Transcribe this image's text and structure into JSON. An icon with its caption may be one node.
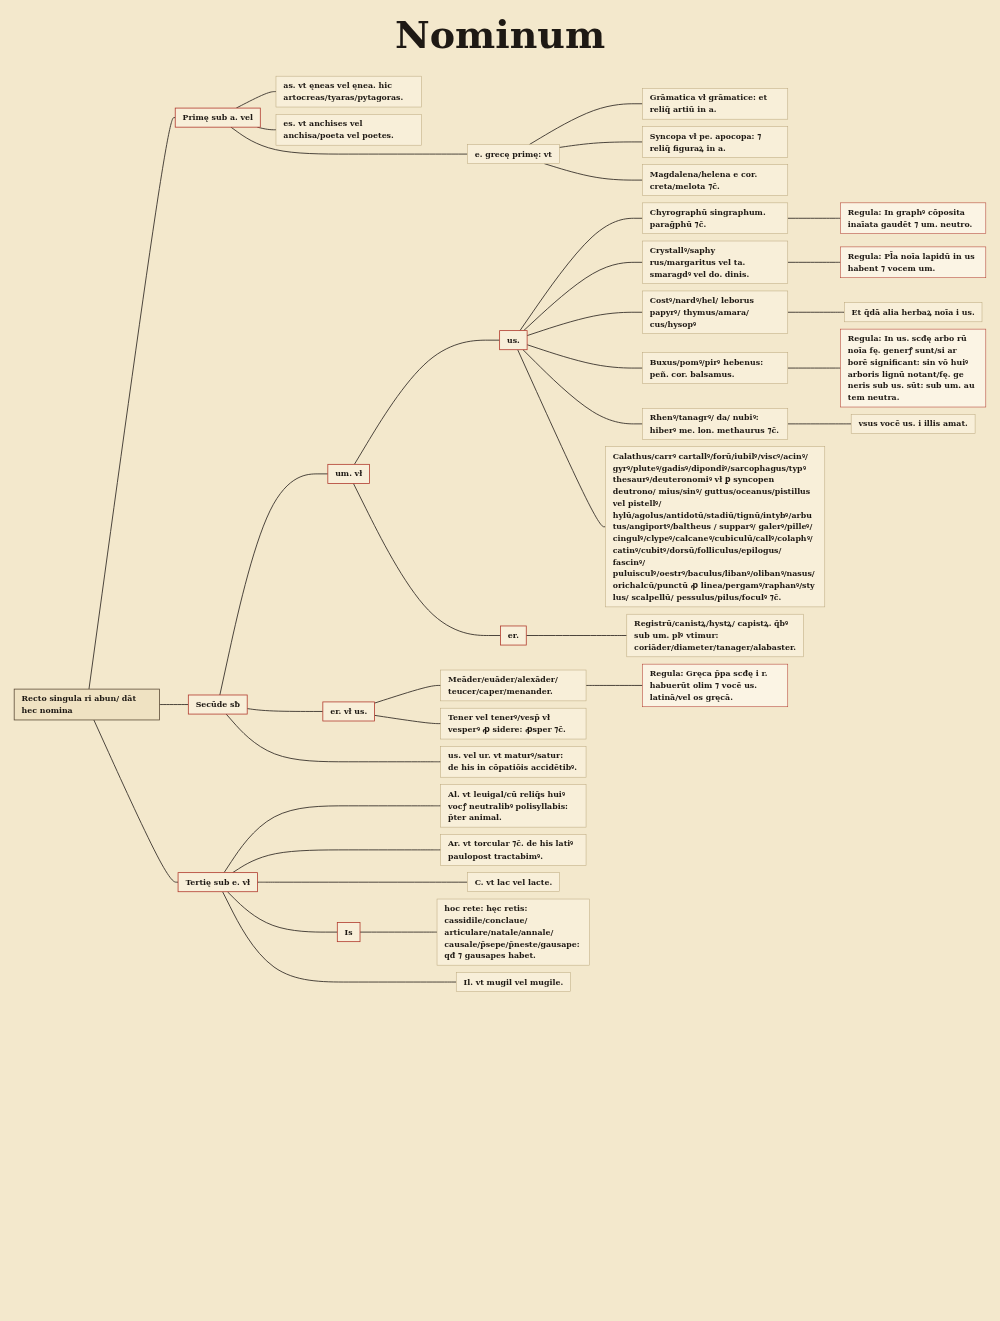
{
  "diagram": {
    "title": "Nominum",
    "nodes": [
      {
        "text": [
          "Recto singula ri abun/ dāt hec nomina"
        ]
      },
      {
        "text": [
          "Primę sub a. vel"
        ]
      },
      {
        "text": [
          "as. vt ęneas vel ęnea. hic artocreas/tyaras/pytagoras."
        ]
      },
      {
        "text": [
          "es. vt anchises vel anchisa/poeta vel poetes."
        ]
      },
      {
        "text": [
          "e. grecę primę: vt"
        ]
      },
      {
        "text": [
          "Grāmatica vł grāmatice: et reliq̄ artiū in a."
        ]
      },
      {
        "text": [
          "Syncopa vł pe. apocopa: ⁊ reliq̄ figuraꝝ in a."
        ]
      },
      {
        "text": [
          "Magdalena/helena e cor. creta/melota ⁊c̄."
        ]
      },
      {
        "text": [
          "Secūde sƀ"
        ]
      },
      {
        "text": [
          "um. vł"
        ]
      },
      {
        "text": [
          "us."
        ]
      },
      {
        "text": [
          "Chyrographū singraphum. paraḡphū ⁊c̄."
        ]
      },
      {
        "text": [
          "Regula: In graphꝰ cōposita inaīata gaudēt ⁊ um. neutro."
        ]
      },
      {
        "text": [
          "Crystallꝰ/saphy rus/margaritus vel ta. smaragdꝰ vel do. dinis."
        ]
      },
      {
        "text": [
          "Regula: Pl̄a noīa lapidū in us habent ⁊ vocem um."
        ]
      },
      {
        "text": [
          "Costꝰ/nardꝰ/hel/ leborus papyrꝰ/ thymus/amara/ cus/hysopꝰ"
        ]
      },
      {
        "text": [
          "Et q̄dā alia herbaꝝ noīa i us."
        ]
      },
      {
        "text": [
          "Buxus/pomꝰ/pirꝰ hebenus: peñ. cor. balsamus."
        ]
      },
      {
        "text": [
          "Regula: In us. scđę arbo rū noīa fę. generꝭ sunt/si ar borē significant: sin vō huiꝰ arboris lignū notant/fę. ge neris sub us. sūt: sub um. au tem neutra."
        ]
      },
      {
        "text": [
          "Rhenꝰ/tanagrꝰ/ da/ nubiꝰ: hiberꝰ me. lon. methaurus ⁊c̄."
        ]
      },
      {
        "text": [
          "vsus vocē us. i illis amat."
        ]
      },
      {
        "text": [
          "Calathus/carrꝰ cartallꝰ/forū/iubilꝰ/viscꝰ/acinꝰ/ gyrꝰ/pluteꝰ/gadisꝰ/dipondiꝰ/sarcophagus/typꝰ thesaurꝰ/deuteronomiꝰ vł ꝑ syncopen deutrono/ mius/sinꝰ/ guttus/oceanus/pistillus vel pistellꝰ/ hylū/agolus/antidotū/stadiū/tignū/intybꝰ/arbu tus/angiportꝰ/baltheus / supparꝰ/ galerꝰ/pilleꝰ/ cingulꝰ/clypeꝰ/calcaneꝰ/cubiculū/callꝰ/colaphꝰ/ catinꝰ/cubitꝰ/dorsū/folliculus/epilogus/ fascinꝰ/ puluisculꝰ/oestrꝰ/baculus/libanꝰ/olibanꝰ/nasus/ orichalcū/punctū ꝓ linea/pergamꝰ/raphanꝰ/sty lus/ scalpellū/ pessulus/pilus/foculꝰ ⁊c̄."
        ]
      },
      {
        "text": [
          "er."
        ]
      },
      {
        "text": [
          "Registrū/canistꝝ/hystꝝ/ capistꝝ. q̄bꝰ sub um. plꝰ vtimur: coriāder/diameter/tanager/alabaster."
        ]
      },
      {
        "text": [
          "er. vł us."
        ]
      },
      {
        "text": [
          "Meāder/euāder/alexāder/ teucer/caper/menander."
        ]
      },
      {
        "text": [
          "Regula: Gręca p̄pa scđę i r. habuerūt olim ⁊ vocē us. latinā/vel os gręcā."
        ]
      },
      {
        "text": [
          "Tener vel tenerꝰ/vesp̄ vł vesperꝰ ꝓ sidere: ꝓsper ⁊c̄."
        ]
      },
      {
        "text": [
          "us. vel ur. vt maturꝰ/satur: de his in cōpatiōis accidētibꝰ."
        ]
      },
      {
        "text": [
          "Tertię sub e. vł"
        ]
      },
      {
        "text": [
          "Al. vt leuigal/cū reliq̄s huiꝰ vocꝭ neutralibꝰ polisyllabis: p̄ter animal."
        ]
      },
      {
        "text": [
          "Ar. vt torcular ⁊c̄. de his latiꝰ paulopost tractabimꝰ."
        ]
      },
      {
        "text": [
          "C. vt lac vel lacte."
        ]
      },
      {
        "text": [
          "Is"
        ]
      },
      {
        "text": [
          "hoc rete: hęc retis: cassidile/conclaue/ articulare/natale/annale/ causale/p̄sepe/p̄neste/gausape: qđ ⁊ gausapes habet."
        ]
      },
      {
        "text": [
          "Il. vt mugil vel mugile."
        ]
      }
    ],
    "edges": [
      {
        "from": 0,
        "to": 1,
        "arrow": "none"
      },
      {
        "from": 0,
        "to": 8,
        "arrow": "none"
      },
      {
        "from": 0,
        "to": 29,
        "arrow": "none"
      },
      {
        "from": 1,
        "to": 2,
        "arrow": "none"
      },
      {
        "from": 1,
        "to": 3,
        "arrow": "none"
      },
      {
        "from": 1,
        "to": 4,
        "arrow": "none"
      },
      {
        "from": 4,
        "to": 5,
        "arrow": "none"
      },
      {
        "from": 4,
        "to": 6,
        "arrow": "none"
      },
      {
        "from": 4,
        "to": 7,
        "arrow": "none"
      },
      {
        "from": 8,
        "to": 9,
        "arrow": "none"
      },
      {
        "from": 8,
        "to": 24,
        "arrow": "none"
      },
      {
        "from": 8,
        "to": 28,
        "arrow": "none"
      },
      {
        "from": 9,
        "to": 10,
        "arrow": "none"
      },
      {
        "from": 9,
        "to": 22,
        "arrow": "none"
      },
      {
        "from": 10,
        "to": 11,
        "arrow": "none"
      },
      {
        "from": 10,
        "to": 13,
        "arrow": "none"
      },
      {
        "from": 10,
        "to": 15,
        "arrow": "none"
      },
      {
        "from": 10,
        "to": 17,
        "arrow": "none"
      },
      {
        "from": 10,
        "to": 19,
        "arrow": "none"
      },
      {
        "from": 10,
        "to": 21,
        "arrow": "none"
      },
      {
        "from": 11,
        "to": 12,
        "arrow": "none"
      },
      {
        "from": 13,
        "to": 14,
        "arrow": "none"
      },
      {
        "from": 15,
        "to": 16,
        "arrow": "none"
      },
      {
        "from": 17,
        "to": 18,
        "arrow": "none"
      },
      {
        "from": 19,
        "to": 20,
        "arrow": "none"
      },
      {
        "from": 22,
        "to": 23,
        "arrow": "none"
      },
      {
        "from": 24,
        "to": 25,
        "arrow": "none"
      },
      {
        "from": 24,
        "to": 27,
        "arrow": "none"
      },
      {
        "from": 25,
        "to": 26,
        "arrow": "none"
      },
      {
        "from": 29,
        "to": 30,
        "arrow": "none"
      },
      {
        "from": 29,
        "to": 31,
        "arrow": "none"
      },
      {
        "from": 29,
        "to": 32,
        "arrow": "none"
      },
      {
        "from": 29,
        "to": 33,
        "arrow": "none"
      },
      {
        "from": 29,
        "to": 35,
        "arrow": "none"
      },
      {
        "from": 33,
        "to": 34,
        "arrow": "none"
      }
    ]
  }
}
